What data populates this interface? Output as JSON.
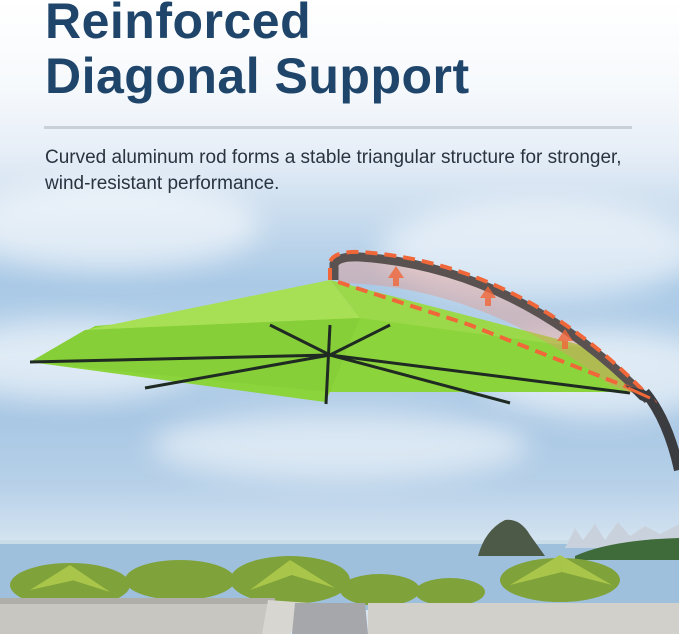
{
  "headline": {
    "line1": "Reinforced",
    "line2": "Diagonal Support"
  },
  "description": "Curved aluminum rod forms a stable triangular structure for stronger, wind-resistant performance.",
  "colors": {
    "headline": "#1f456b",
    "canopy": "#8cd43c",
    "highlight_dash": "#f0673a",
    "frame": "#3a3c40",
    "divider": "#c9d0d8"
  },
  "icons": {
    "highlight_arrows": [
      "arrow-up",
      "arrow-up",
      "arrow-up"
    ]
  }
}
